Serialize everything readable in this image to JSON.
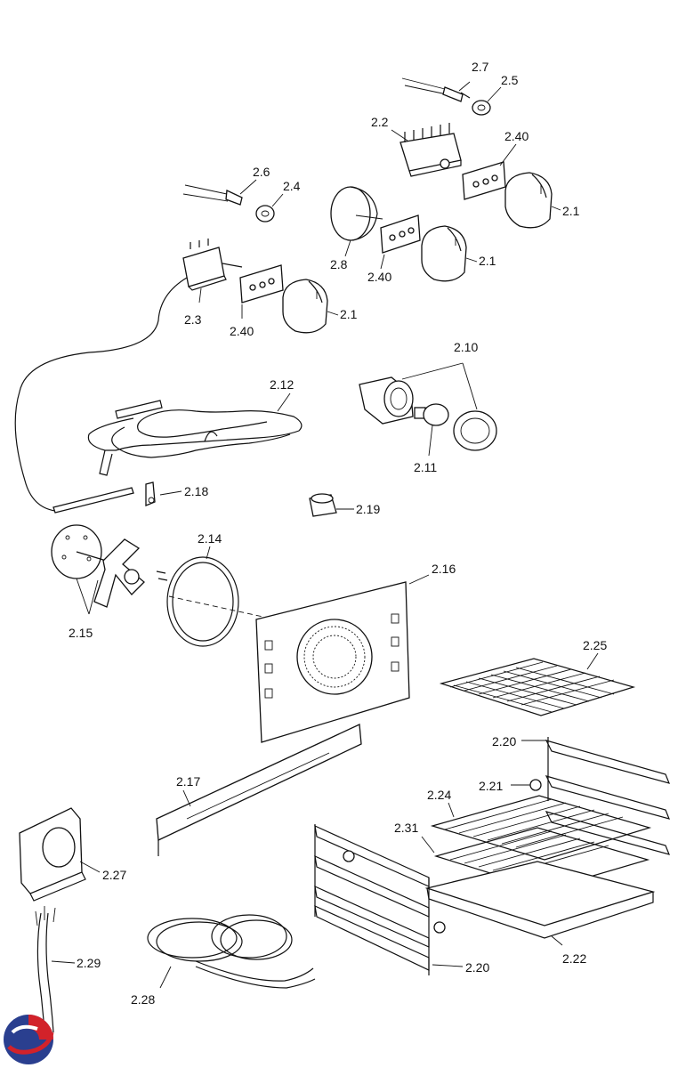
{
  "labels": {
    "l27": "2.7",
    "l25": "2.5",
    "l22": "2.2",
    "l240a": "2.40",
    "l26": "2.6",
    "l24": "2.4",
    "l21a": "2.1",
    "l28": "2.8",
    "l21b": "2.1",
    "l240b": "2.40",
    "l23": "2.3",
    "l240c": "2.40",
    "l21c": "2.1",
    "l210": "2.10",
    "l212": "2.12",
    "l211": "2.11",
    "l218": "2.18",
    "l219": "2.19",
    "l214": "2.14",
    "l216": "2.16",
    "l215": "2.15",
    "l225": "2.25",
    "l220a": "2.20",
    "l221": "2.21",
    "l224": "2.24",
    "l217": "2.17",
    "l231": "2.31",
    "l227": "2.27",
    "l229": "2.29",
    "l220b": "2.20",
    "l222": "2.22",
    "l228": "2.28"
  },
  "colors": {
    "logo_red": "#d2222a",
    "logo_blue": "#2a3f8f"
  }
}
